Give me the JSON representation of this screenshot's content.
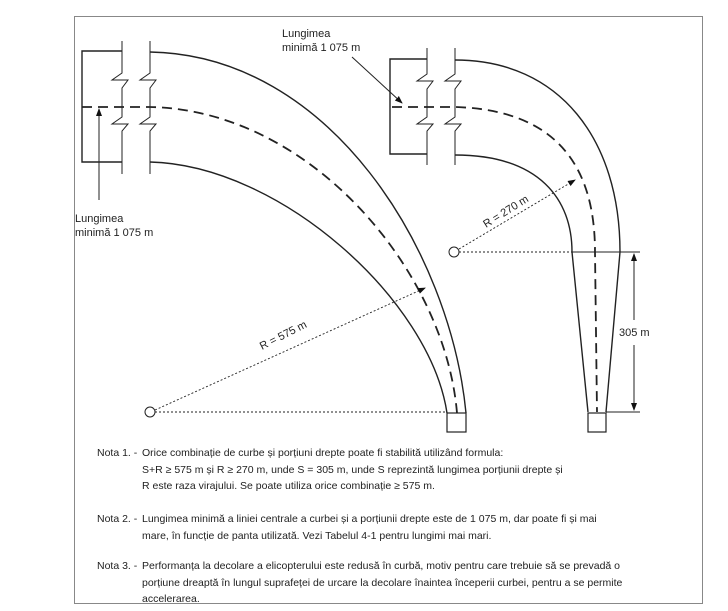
{
  "diagram": {
    "left": {
      "length_label_line1": "Lungimea",
      "length_label_line2": "minimă 1 075 m",
      "radius_label": "R = 575 m"
    },
    "right": {
      "length_label_line1": "Lungimea",
      "length_label_line2": "minimă 1 075 m",
      "radius_label": "R = 270 m",
      "straight_label": "305 m"
    }
  },
  "notes": [
    {
      "label": "Nota 1. -",
      "lines": [
        "Orice combinație de curbe și porțiuni drepte poate fi stabilită utilizând formula:",
        "S+R ≥ 575 m și R ≥ 270 m,  unde S = 305 m, unde S reprezintă lungimea porțiunii drepte și",
        "R este raza virajului. Se poate utiliza orice combinație ≥ 575 m."
      ]
    },
    {
      "label": "Nota 2. -",
      "lines": [
        "Lungimea minimă a liniei centrale a curbei și a porțiunii drepte este de 1 075 m, dar poate fi și mai",
        "mare, în funcție de panta utilizată. Vezi Tabelul 4-1 pentru lungimi mai mari."
      ]
    },
    {
      "label": "Nota 3. -",
      "lines": [
        "Performanța la decolare a elicopterului este redusă în curbă, motiv pentru care trebuie să se prevadă o",
        "porțiune dreaptă în lungul suprafeței de urcare la decolare înaintea începerii curbei, pentru a se permite",
        "accelerarea."
      ]
    }
  ]
}
